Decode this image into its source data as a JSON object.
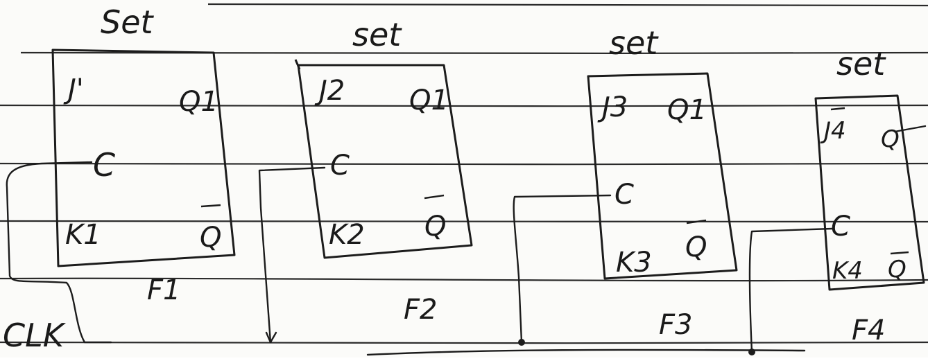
{
  "flipflops": [
    {
      "set_label": "Set",
      "j_label": "J'",
      "q_label": "Q1",
      "c_label": "C",
      "k_label": "K1",
      "qbar_label": "Q",
      "name": "F1"
    },
    {
      "set_label": "set",
      "j_label": "J2",
      "q_label": "Q1",
      "c_label": "C",
      "k_label": "K2",
      "qbar_label": "Q",
      "name": "F2"
    },
    {
      "set_label": "set",
      "j_label": "J3",
      "q_label": "Q1",
      "c_label": "C",
      "k_label": "K3",
      "qbar_label": "Q",
      "name": "F3"
    },
    {
      "set_label": "set",
      "j_label": "J4",
      "q_label": "Q",
      "c_label": "C",
      "k_label": "K4",
      "qbar_label": "Q",
      "name": "F4"
    }
  ],
  "clock_label": "CLK",
  "colors": {
    "ink": "#1c1c1c",
    "paper": "#fbfbf9"
  }
}
